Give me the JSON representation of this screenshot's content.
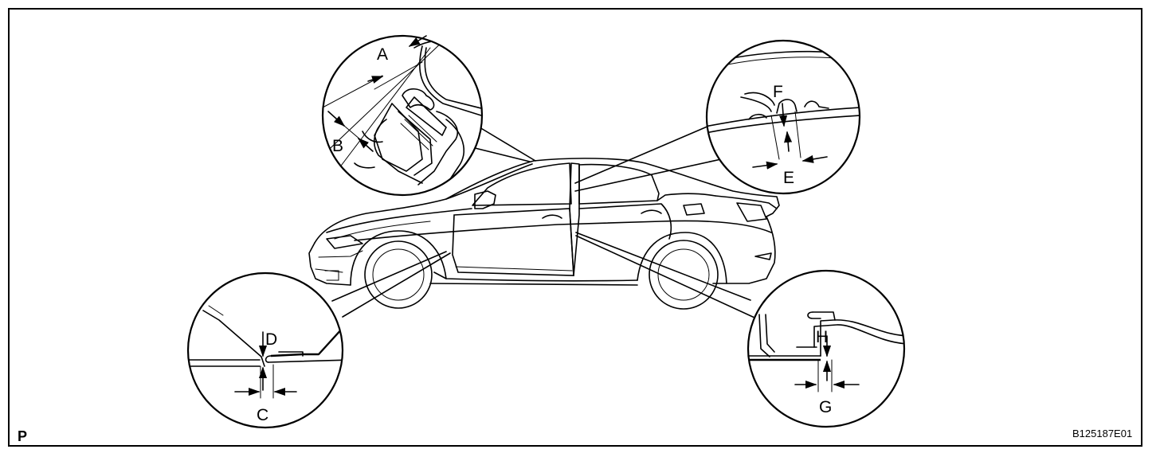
{
  "diagram": {
    "view_code": "P",
    "figure_id": "B125187E01",
    "callouts": [
      {
        "id": "top-left",
        "dims": [
          "A",
          "B"
        ]
      },
      {
        "id": "top-right",
        "dims": [
          "F",
          "E"
        ]
      },
      {
        "id": "bottom-left",
        "dims": [
          "D",
          "C"
        ]
      },
      {
        "id": "bottom-right",
        "dims": [
          "H",
          "G"
        ]
      }
    ],
    "labels": {
      "A": "A",
      "B": "B",
      "C": "C",
      "D": "D",
      "E": "E",
      "F": "F",
      "G": "G",
      "H": "H"
    }
  }
}
